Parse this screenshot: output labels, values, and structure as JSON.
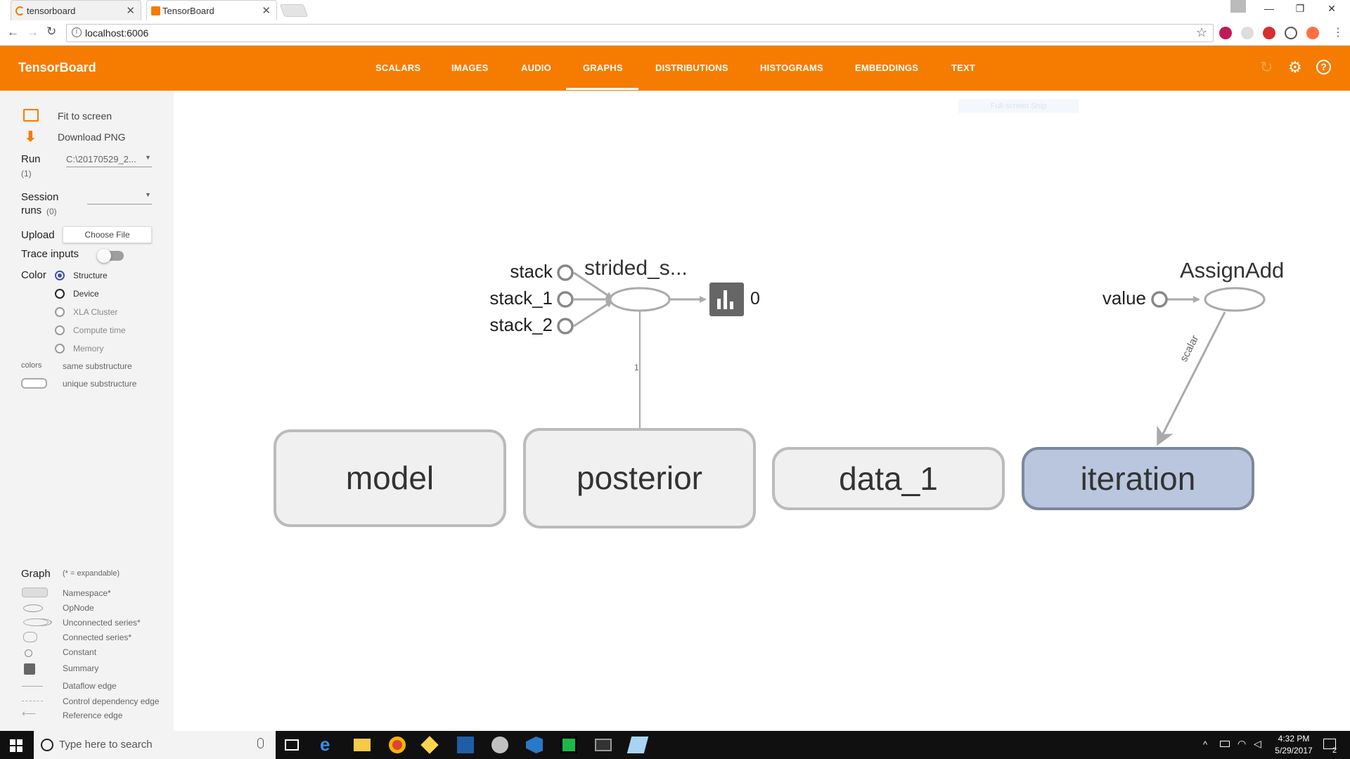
{
  "browser": {
    "tabs": [
      {
        "title": "tensorboard"
      },
      {
        "title": "TensorBoard"
      }
    ],
    "url": "localhost:6006"
  },
  "app": {
    "title": "TensorBoard",
    "nav": [
      "SCALARS",
      "IMAGES",
      "AUDIO",
      "GRAPHS",
      "DISTRIBUTIONS",
      "HISTOGRAMS",
      "EMBEDDINGS",
      "TEXT"
    ],
    "active_tab": "GRAPHS",
    "accent": "#f57c00",
    "faint_overlay": "Full-screen Snip"
  },
  "sidebar": {
    "fit_to_screen": "Fit to screen",
    "download_png": "Download PNG",
    "run_label": "Run",
    "run_count": "(1)",
    "run_value": "C:\\20170529_2...",
    "session_label_1": "Session",
    "session_label_2": "runs",
    "session_count": "(0)",
    "session_value": "",
    "upload_label": "Upload",
    "choose_file": "Choose File",
    "trace_inputs": "Trace inputs",
    "color_label": "Color",
    "color_options": [
      "Structure",
      "Device",
      "XLA Cluster",
      "Compute time",
      "Memory"
    ],
    "color_selected": "Structure",
    "colors_label": "colors",
    "same_substructure": "same substructure",
    "unique_substructure": "unique substructure",
    "graph_label": "Graph",
    "expandable_note": "(* = expandable)",
    "legend": [
      "Namespace*",
      "OpNode",
      "Unconnected series*",
      "Connected series*",
      "Constant",
      "Summary",
      "Dataflow edge",
      "Control dependency edge",
      "Reference edge"
    ]
  },
  "graph": {
    "namespaces": [
      "model",
      "posterior",
      "data_1",
      "iteration"
    ],
    "strided_op": "strided_s...",
    "inputs": [
      "stack",
      "stack_1",
      "stack_2"
    ],
    "summary_output": "0",
    "edge_label_1": "1",
    "assign_op": "AssignAdd",
    "assign_input": "value",
    "edge_label_scalar": "scalar",
    "highlight_color": "#b9c6de"
  },
  "taskbar": {
    "search_placeholder": "Type here to search",
    "time": "4:32 PM",
    "date": "5/29/2017",
    "notifications": "2"
  }
}
